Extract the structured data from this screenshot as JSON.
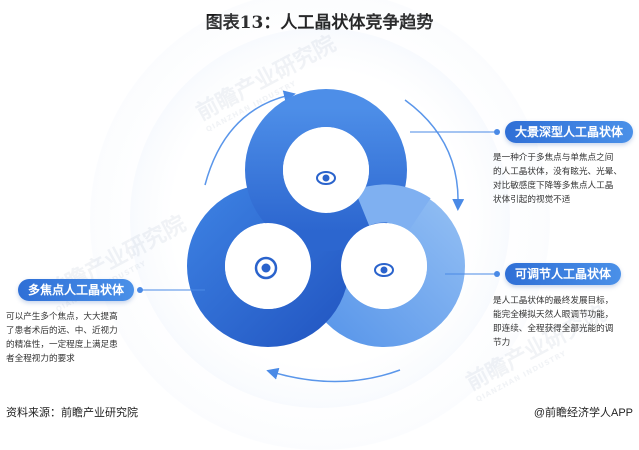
{
  "title": "图表13：人工晶状体竞争趋势",
  "watermark": {
    "brand": "前瞻产业研究院",
    "sub": "QIANZHAN INDUSTRY"
  },
  "nodes": [
    {
      "label": "大景深型人工晶状体",
      "description": [
        "是一种介于多焦点与单焦点之间",
        "的人工晶状体，没有眩光、光晕、",
        "对比敏感度下降等多焦点人工晶",
        "状体引起的视觉不适"
      ]
    },
    {
      "label": "可调节人工晶状体",
      "description": [
        "是人工晶状体的最终发展目标，",
        "能完全模拟天然人眼调节功能，",
        "即连续、全程获得全部光能的调",
        "节力"
      ]
    },
    {
      "label": "多焦点人工晶状体",
      "description": [
        "可以产生多个焦点，大大提高",
        "了患者术后的远、中、近视力",
        "的精准性，一定程度上满足患",
        "者全程视力的要求"
      ]
    }
  ],
  "icons": [
    "eye-icon-top",
    "eye-icon-left",
    "eye-icon-right"
  ],
  "colors": {
    "ring_dark": "#2f6fd6",
    "ring_light": "#6ea6ee",
    "accent": "#3a7de0"
  },
  "footer": {
    "source": "资料来源：前瞻产业研究院",
    "credit": "@前瞻经济学人APP"
  }
}
